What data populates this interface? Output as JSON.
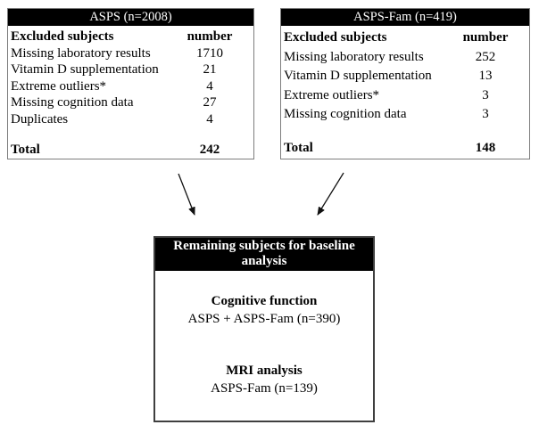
{
  "colors": {
    "header_bg": "#000000",
    "header_text": "#ffffff",
    "table_border": "#7d7d7d",
    "box_border": "#3f3f3f",
    "arrow": "#111111",
    "text": "#000000",
    "background": "#ffffff"
  },
  "tables": [
    {
      "title": "ASPS (n=2008)",
      "columns": [
        "Excluded subjects",
        "number"
      ],
      "rows": [
        {
          "label": "Missing laboratory results",
          "value": "1710"
        },
        {
          "label": "Vitamin D supplementation",
          "value": "21"
        },
        {
          "label": "Extreme outliers*",
          "value": "4"
        },
        {
          "label": "Missing cognition data",
          "value": "27"
        },
        {
          "label": "Duplicates",
          "value": "4"
        }
      ],
      "total": {
        "label": "Total",
        "value": "242"
      }
    },
    {
      "title": "ASPS-Fam (n=419)",
      "columns": [
        "Excluded subjects",
        "number"
      ],
      "rows": [
        {
          "label": "Missing laboratory results",
          "value": "252"
        },
        {
          "label": "Vitamin D supplementation",
          "value": "13"
        },
        {
          "label": "Extreme outliers*",
          "value": "3"
        },
        {
          "label": "Missing cognition data",
          "value": "3"
        }
      ],
      "total": {
        "label": "Total",
        "value": "148"
      }
    }
  ],
  "result_box": {
    "title": "Remaining subjects for baseline analysis",
    "sections": [
      {
        "heading": "Cognitive function",
        "detail": "ASPS + ASPS-Fam (n=390)"
      },
      {
        "heading": "MRI analysis",
        "detail": "ASPS-Fam (n=139)"
      }
    ]
  }
}
